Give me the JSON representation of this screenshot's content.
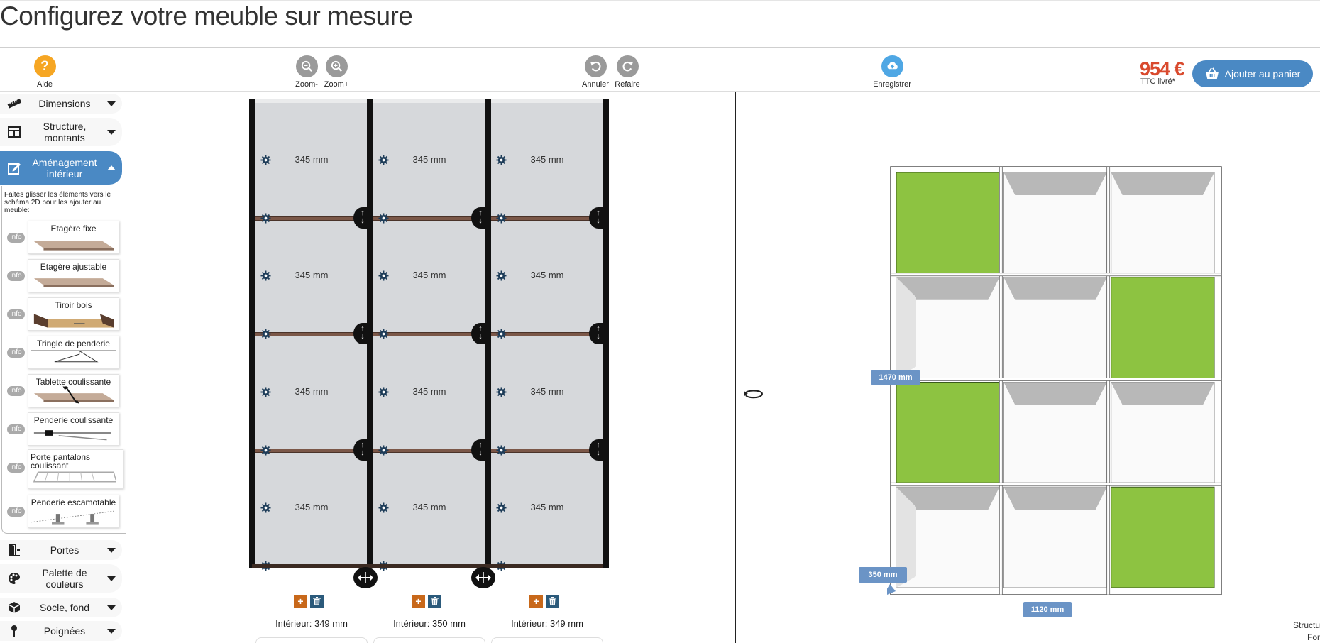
{
  "page": {
    "title": "Configurez votre meuble sur mesure"
  },
  "toolbar": {
    "help_label": "Aide",
    "help_glyph": "?",
    "zoom_out_label": "Zoom-",
    "zoom_in_label": "Zoom+",
    "undo_label": "Annuler",
    "redo_label": "Refaire",
    "save_label": "Enregistrer",
    "price": "954 €",
    "price_note": "TTC livré*",
    "cart_label": "Ajouter au panier",
    "colors": {
      "help": "#f6a623",
      "tool": "#9a9a9a",
      "save": "#4fa7e4",
      "cart": "#4a89c4",
      "price": "#d94a2e"
    }
  },
  "sidebar": {
    "sections": [
      {
        "label": "Dimensions",
        "icon": "ruler-icon",
        "expanded": false
      },
      {
        "label": "Structure, montants",
        "icon": "layout-icon",
        "expanded": false
      },
      {
        "label": "Aménagement intérieur",
        "icon": "edit-icon",
        "expanded": true
      },
      {
        "label": "Portes",
        "icon": "door-icon",
        "expanded": false
      },
      {
        "label": "Palette de couleurs",
        "icon": "palette-icon",
        "expanded": false
      },
      {
        "label": "Socle, fond",
        "icon": "box-icon",
        "expanded": false
      },
      {
        "label": "Poignées",
        "icon": "handle-icon",
        "expanded": false
      }
    ],
    "hint": "Faites glisser les éléments vers le schéma 2D pour les ajouter au meuble:",
    "info_label": "info",
    "elements": [
      {
        "label": "Etagère fixe"
      },
      {
        "label": "Etagère ajustable"
      },
      {
        "label": "Tiroir bois"
      },
      {
        "label": "Tringle de penderie"
      },
      {
        "label": "Tablette coulissante"
      },
      {
        "label": "Penderie coulissante"
      },
      {
        "label": "Porte pantalons coulissant"
      },
      {
        "label": "Penderie escamotable"
      }
    ]
  },
  "schema": {
    "columns": [
      {
        "interior": "Intérieur: 349 mm",
        "compartments": [
          "345 mm",
          "345 mm",
          "345 mm",
          "345 mm"
        ]
      },
      {
        "interior": "Intérieur: 350 mm",
        "compartments": [
          "345 mm",
          "345 mm",
          "345 mm",
          "345 mm"
        ]
      },
      {
        "interior": "Intérieur: 349 mm",
        "compartments": [
          "345 mm",
          "345 mm",
          "345 mm",
          "345 mm"
        ]
      }
    ],
    "add_glyph": "+",
    "colors": {
      "panel": "#d6d8db",
      "shelf": "#7b5748",
      "post": "#111111"
    }
  },
  "view3d": {
    "height_label": "1470 mm",
    "depth_label": "350 mm",
    "width_label": "1120 mm",
    "grid_rows": 4,
    "grid_cols": 3,
    "door_cells": [
      [
        0,
        0
      ],
      [
        1,
        2
      ],
      [
        2,
        0
      ],
      [
        3,
        2
      ]
    ],
    "colors": {
      "door": "#8dc341",
      "frame": "#ffffff",
      "dimension": "#6b94c6"
    }
  },
  "cropped_text": {
    "line1": "Structu",
    "line2": "For"
  }
}
